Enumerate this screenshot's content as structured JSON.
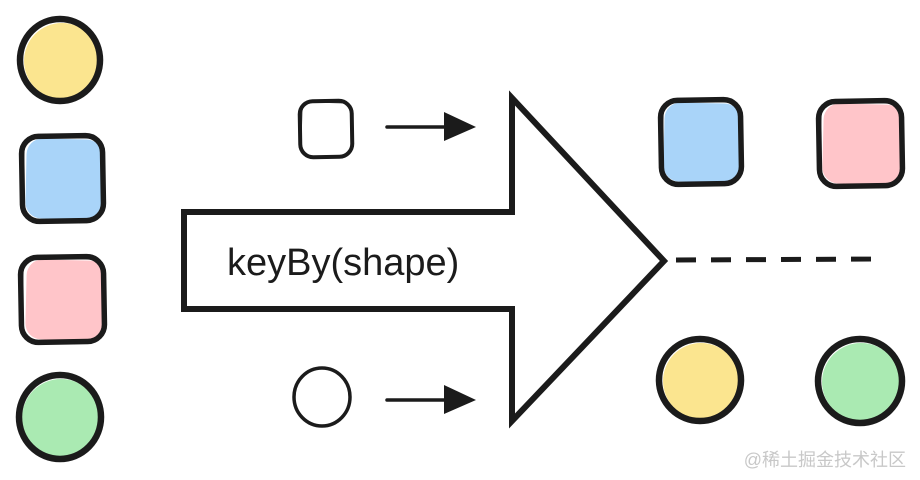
{
  "diagram": {
    "operator_label": "keyBy(shape)",
    "watermark": "@稀土掘金技术社区",
    "input_stream": [
      {
        "shape": "circle",
        "color": "yellow"
      },
      {
        "shape": "square",
        "color": "blue"
      },
      {
        "shape": "square",
        "color": "pink"
      },
      {
        "shape": "circle",
        "color": "green"
      }
    ],
    "key_mappings": [
      {
        "key_shape": "square",
        "routes_to": "top-partition"
      },
      {
        "key_shape": "circle",
        "routes_to": "bottom-partition"
      }
    ],
    "output_partitions": [
      {
        "name": "squares",
        "position": "top",
        "shapes": [
          {
            "shape": "square",
            "color": "blue"
          },
          {
            "shape": "square",
            "color": "pink"
          }
        ]
      },
      {
        "name": "circles",
        "position": "bottom",
        "shapes": [
          {
            "shape": "circle",
            "color": "yellow"
          },
          {
            "shape": "circle",
            "color": "green"
          }
        ]
      }
    ]
  },
  "colors": {
    "ink": "#1b1b1b",
    "yellow": "#FBE58F",
    "blue": "#A9D4F9",
    "pink": "#FFC5C9",
    "green": "#AAEAB2",
    "white": "#FFFFFF",
    "watermark": "#C8C8C8",
    "background": "#FFFFFF"
  }
}
